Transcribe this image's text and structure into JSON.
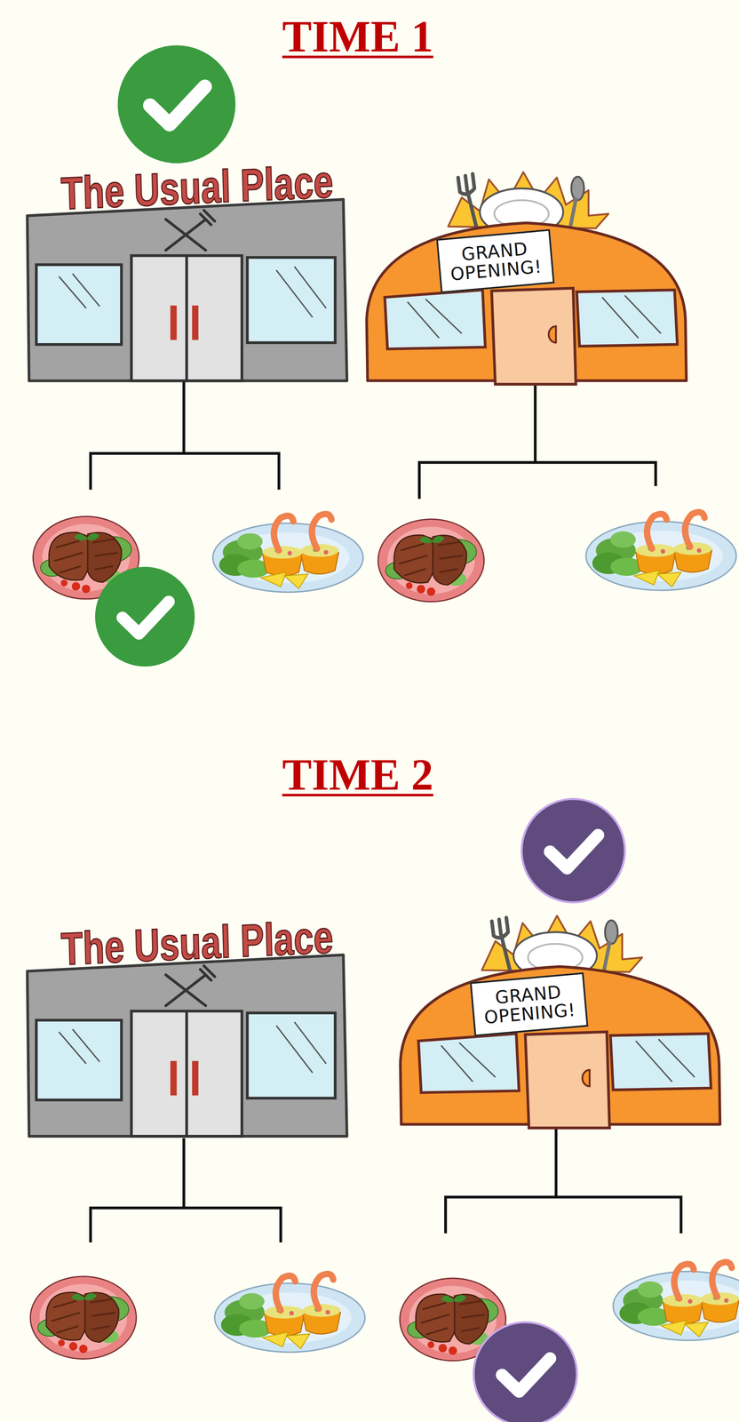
{
  "diagram": {
    "nodes": [
      {
        "text": [
          "The Usual Place"
        ]
      },
      {
        "text": [
          "GRAND OPENING!"
        ]
      },
      {
        "text": [
          "The Usual Place"
        ]
      },
      {
        "text": [
          "GRAND OPENING!"
        ]
      }
    ],
    "labels": [
      "TIME 1",
      "TIME 2"
    ]
  }
}
